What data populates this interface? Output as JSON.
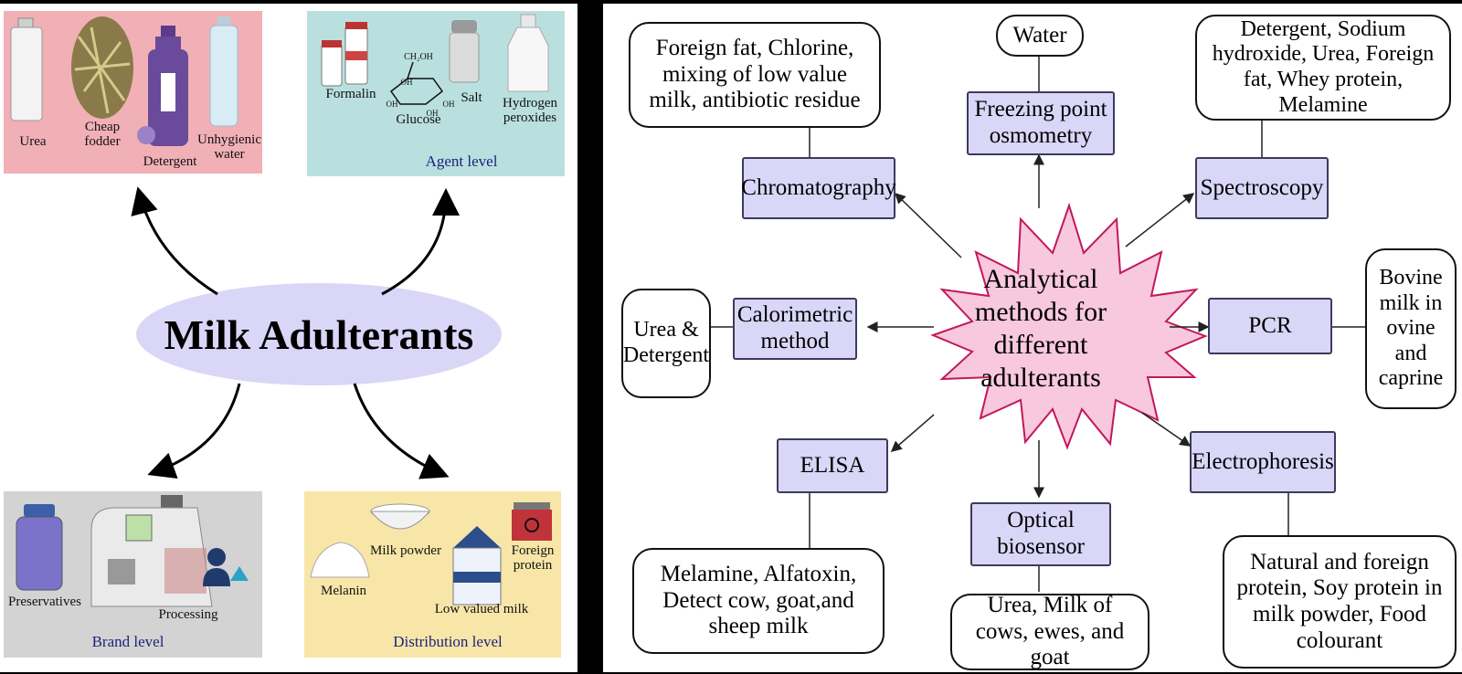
{
  "adulterants": {
    "title": "Milk Adulterants",
    "levels": {
      "top_left": {
        "items": [
          "Urea",
          "Cheap fodder",
          "Detergent",
          "Unhygienic water"
        ],
        "icons": [
          "plastic-bottle-icon",
          "fodder-icon",
          "detergent-bottle-icon",
          "water-bottle-icon"
        ]
      },
      "agent": {
        "title": "Agent level",
        "items": [
          "Formalin",
          "Glucose",
          "Salt",
          "Hydrogen peroxides"
        ],
        "glucose_formula": [
          "CH₂OH",
          "OH",
          "OH",
          "OH",
          "OH"
        ],
        "icons": [
          "vial-icon",
          "glucose-molecule-icon",
          "salt-shaker-icon",
          "bottle-icon"
        ]
      },
      "brand": {
        "title": "Brand level",
        "items": [
          "Preservatives",
          "Processing"
        ],
        "icons": [
          "jar-icon",
          "processing-machine-icon",
          "scientist-icon"
        ]
      },
      "distribution": {
        "title": "Distribution level",
        "items": [
          "Milk powder",
          "Foreign protein",
          "Melanin",
          "Low valued milk"
        ],
        "icons": [
          "powder-bowl-icon",
          "biohazard-box-icon",
          "powder-pile-icon",
          "milk-carton-icon"
        ]
      }
    },
    "colors": {
      "top_left_bg": "#f1b0b6",
      "agent_bg": "#b9e0df",
      "brand_bg": "#d3d3d3",
      "distribution_bg": "#f8e6a8",
      "ellipse": "#d9d6f7"
    }
  },
  "analysis": {
    "hub": "Analytical methods for different adulterants",
    "methods": {
      "chromatography": "Chromatography",
      "freezing_point": "Freezing point osmometry",
      "spectroscopy": "Spectroscopy",
      "calorimetric": "Calorimetric method",
      "pcr": "PCR",
      "elisa": "ELISA",
      "optical_biosensor": "Optical biosensor",
      "electrophoresis": "Electrophoresis"
    },
    "results": {
      "chromatography": "Foreign fat, Chlorine, mixing of low value milk, antibiotic residue",
      "freezing_point": "Water",
      "spectroscopy": "Detergent, Sodium hydroxide, Urea, Foreign fat, Whey protein, Melamine",
      "calorimetric": "Urea & Detergent",
      "pcr": "Bovine milk in ovine and caprine",
      "elisa": "Melamine, Alfatoxin, Detect cow, goat,and sheep milk",
      "optical_biosensor": "Urea, Milk of cows, ewes, and goat",
      "electrophoresis": "Natural and foreign protein, Soy protein in milk powder, Food colourant"
    },
    "colors": {
      "method_fill": "#d9d6f7",
      "hub_fill": "#f7c8de",
      "hub_stroke": "#c2185b"
    }
  }
}
